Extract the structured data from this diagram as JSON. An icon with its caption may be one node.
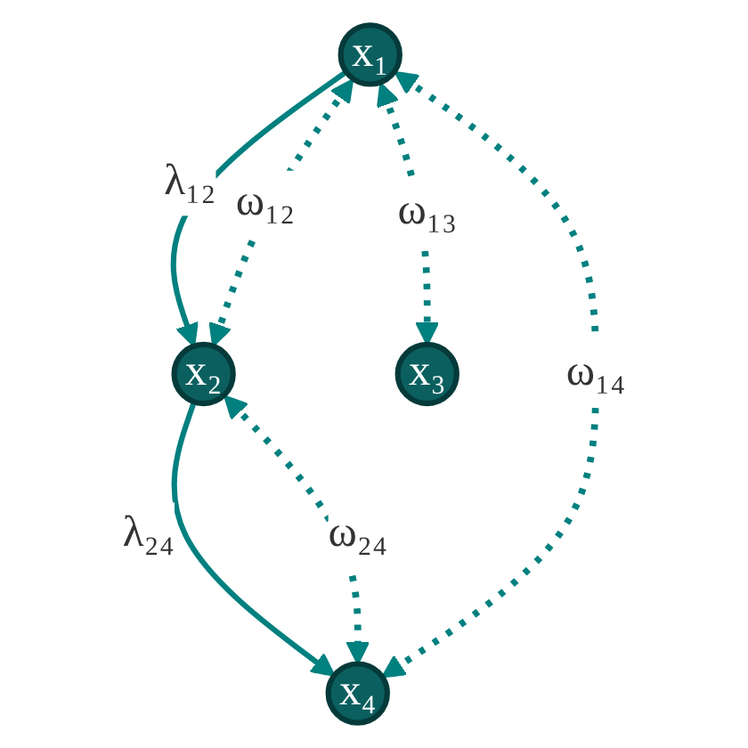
{
  "diagram": {
    "nodes": [
      {
        "text": [
          "x₁"
        ]
      },
      {
        "text": [
          "x₂"
        ]
      },
      {
        "text": [
          "x₃"
        ]
      },
      {
        "text": [
          "x₄"
        ]
      }
    ],
    "edges": [
      {
        "from": 0,
        "to": 1,
        "arrow": "to",
        "label": "λ₁₂"
      },
      {
        "from": 1,
        "to": 3,
        "arrow": "to",
        "label": "λ₂₄"
      },
      {
        "from": 0,
        "to": 1,
        "arrow": "both",
        "label": "ω₁₂",
        "style": "dashed"
      },
      {
        "from": 0,
        "to": 2,
        "arrow": "both",
        "label": "ω₁₃",
        "style": "dashed"
      },
      {
        "from": 0,
        "to": 3,
        "arrow": "both",
        "label": "ω₁₄",
        "style": "dashed"
      },
      {
        "from": 1,
        "to": 3,
        "arrow": "both",
        "label": "ω₂₄",
        "style": "dashed"
      }
    ]
  }
}
